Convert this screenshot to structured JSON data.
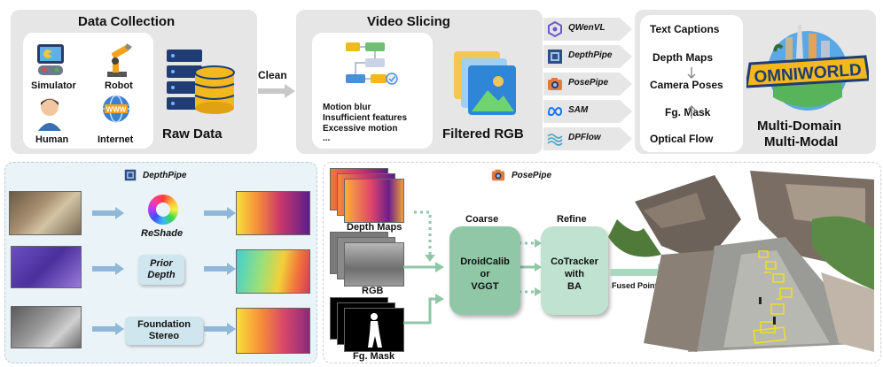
{
  "top": {
    "data_collection": {
      "title": "Data Collection",
      "sources": [
        "Simulator",
        "Robot",
        "Human",
        "Internet"
      ],
      "raw_data": "Raw Data"
    },
    "clean": "Clean",
    "video_slicing": {
      "title": "Video Slicing",
      "filters": [
        "Motion blur",
        "Insufficient features",
        "Excessive motion",
        "..."
      ],
      "filtered": "Filtered RGB"
    },
    "tools": [
      "QWenVL",
      "DepthPipe",
      "PosePipe",
      "SAM",
      "DPFlow"
    ],
    "outputs": [
      "Text Captions",
      "Depth Maps",
      "Camera Poses",
      "Fg. Mask",
      "Optical Flow"
    ],
    "brand": {
      "logo_text": "OMNIWORLD",
      "line1": "Multi-Domain",
      "line2": "Multi-Modal"
    }
  },
  "depthpipe": {
    "title": "DepthPipe",
    "methods": [
      {
        "line1": "ReShade",
        "line2": ""
      },
      {
        "line1": "Prior",
        "line2": "Depth"
      },
      {
        "line1": "Foundation",
        "line2": "Stereo"
      }
    ]
  },
  "posepipe": {
    "title": "PosePipe",
    "inputs": [
      "Depth Maps",
      "RGB",
      "Fg. Mask"
    ],
    "coarse_label": "Coarse",
    "coarse": {
      "line1": "DroidCalib",
      "line2": "or",
      "line3": "VGGT"
    },
    "refine_label": "Refine",
    "refine": {
      "line1": "CoTracker",
      "line2": "with",
      "line3": "BA"
    },
    "output": "Fused Point Cloud"
  },
  "colors": {
    "panel_gray": "#e6e6e6",
    "depth_panel": "#eaf3f7",
    "pill_blue": "#cfe6ee",
    "coarse_green": "#8fc7a7",
    "refine_green": "#bfe3d0",
    "arrow_blue": "#8fb7d8",
    "arrow_green": "#8fc7a7",
    "arrow_gray": "#cccccc"
  }
}
